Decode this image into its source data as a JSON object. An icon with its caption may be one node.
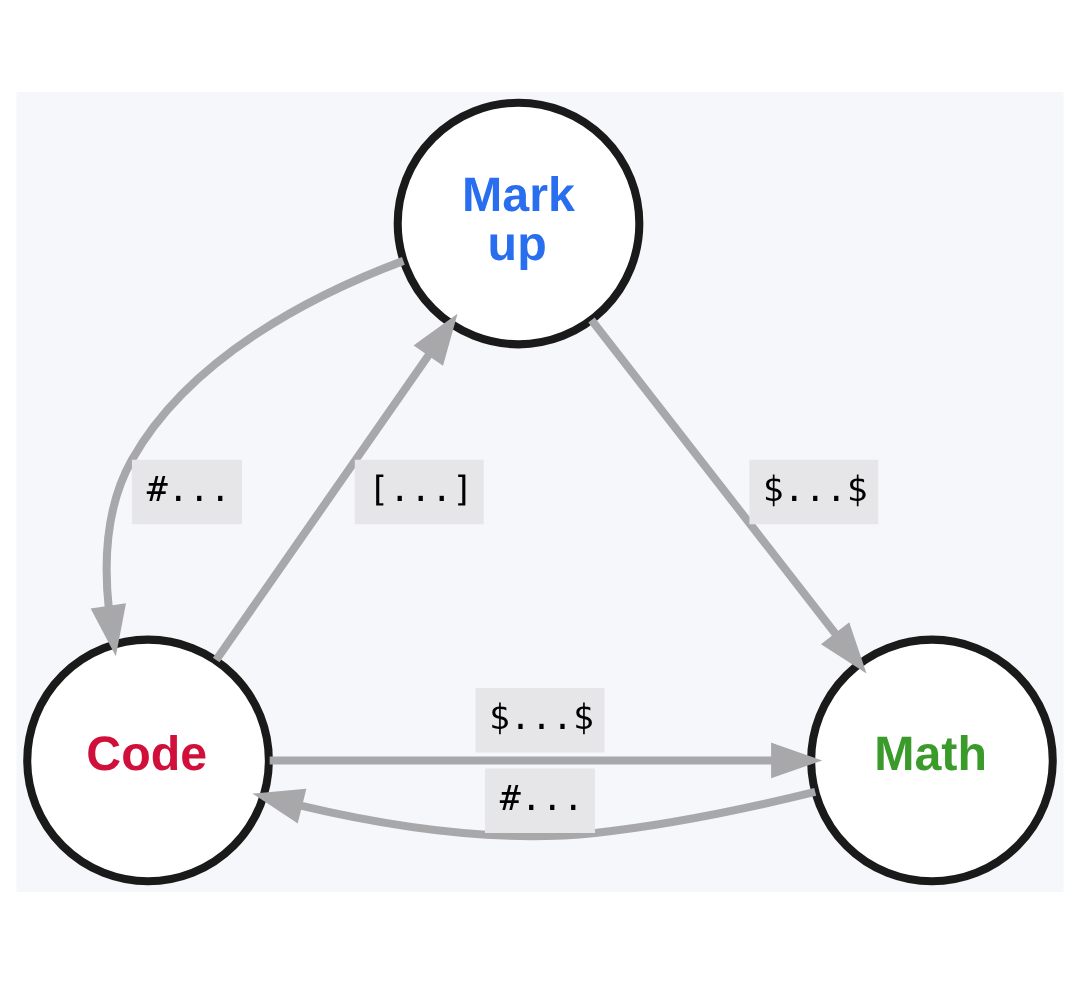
{
  "diagram": {
    "nodes": [
      {
        "text": [
          "Mark up"
        ]
      },
      {
        "text": [
          "Code"
        ]
      },
      {
        "text": [
          "Math"
        ]
      }
    ],
    "edges": [
      {
        "from": 1,
        "to": 0,
        "arrow": "to",
        "label": "[...]"
      },
      {
        "from": 0,
        "to": 1,
        "arrow": "to",
        "label": "#..."
      },
      {
        "from": 0,
        "to": 2,
        "arrow": "to",
        "label": "$...$"
      },
      {
        "from": 1,
        "to": 2,
        "arrow": "to",
        "label": "$...$"
      },
      {
        "from": 2,
        "to": 1,
        "arrow": "to",
        "label": "#..."
      }
    ]
  }
}
